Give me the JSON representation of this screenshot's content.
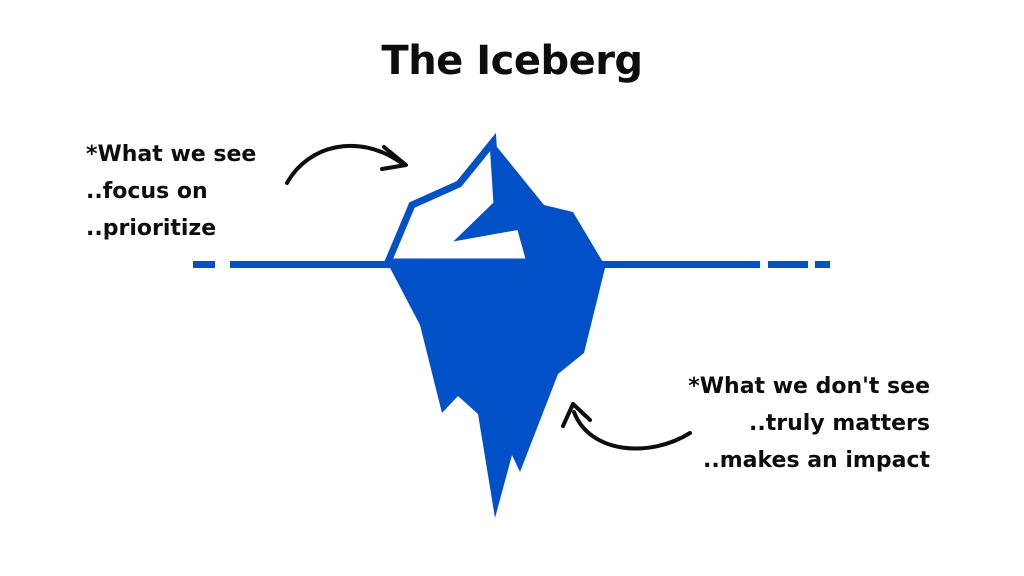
{
  "title": "The Iceberg",
  "colors": {
    "iceberg": "#0050C8",
    "text": "#0D0D0D",
    "background": "#FFFFFF"
  },
  "above_water": {
    "heading": "*What we see",
    "lines": [
      "..focus on",
      "..prioritize"
    ]
  },
  "below_water": {
    "heading": "*What we don't see",
    "lines": [
      "..truly matters",
      "..makes an impact"
    ]
  },
  "icons": [
    "curved-arrow-icon",
    "curved-arrow-icon"
  ]
}
